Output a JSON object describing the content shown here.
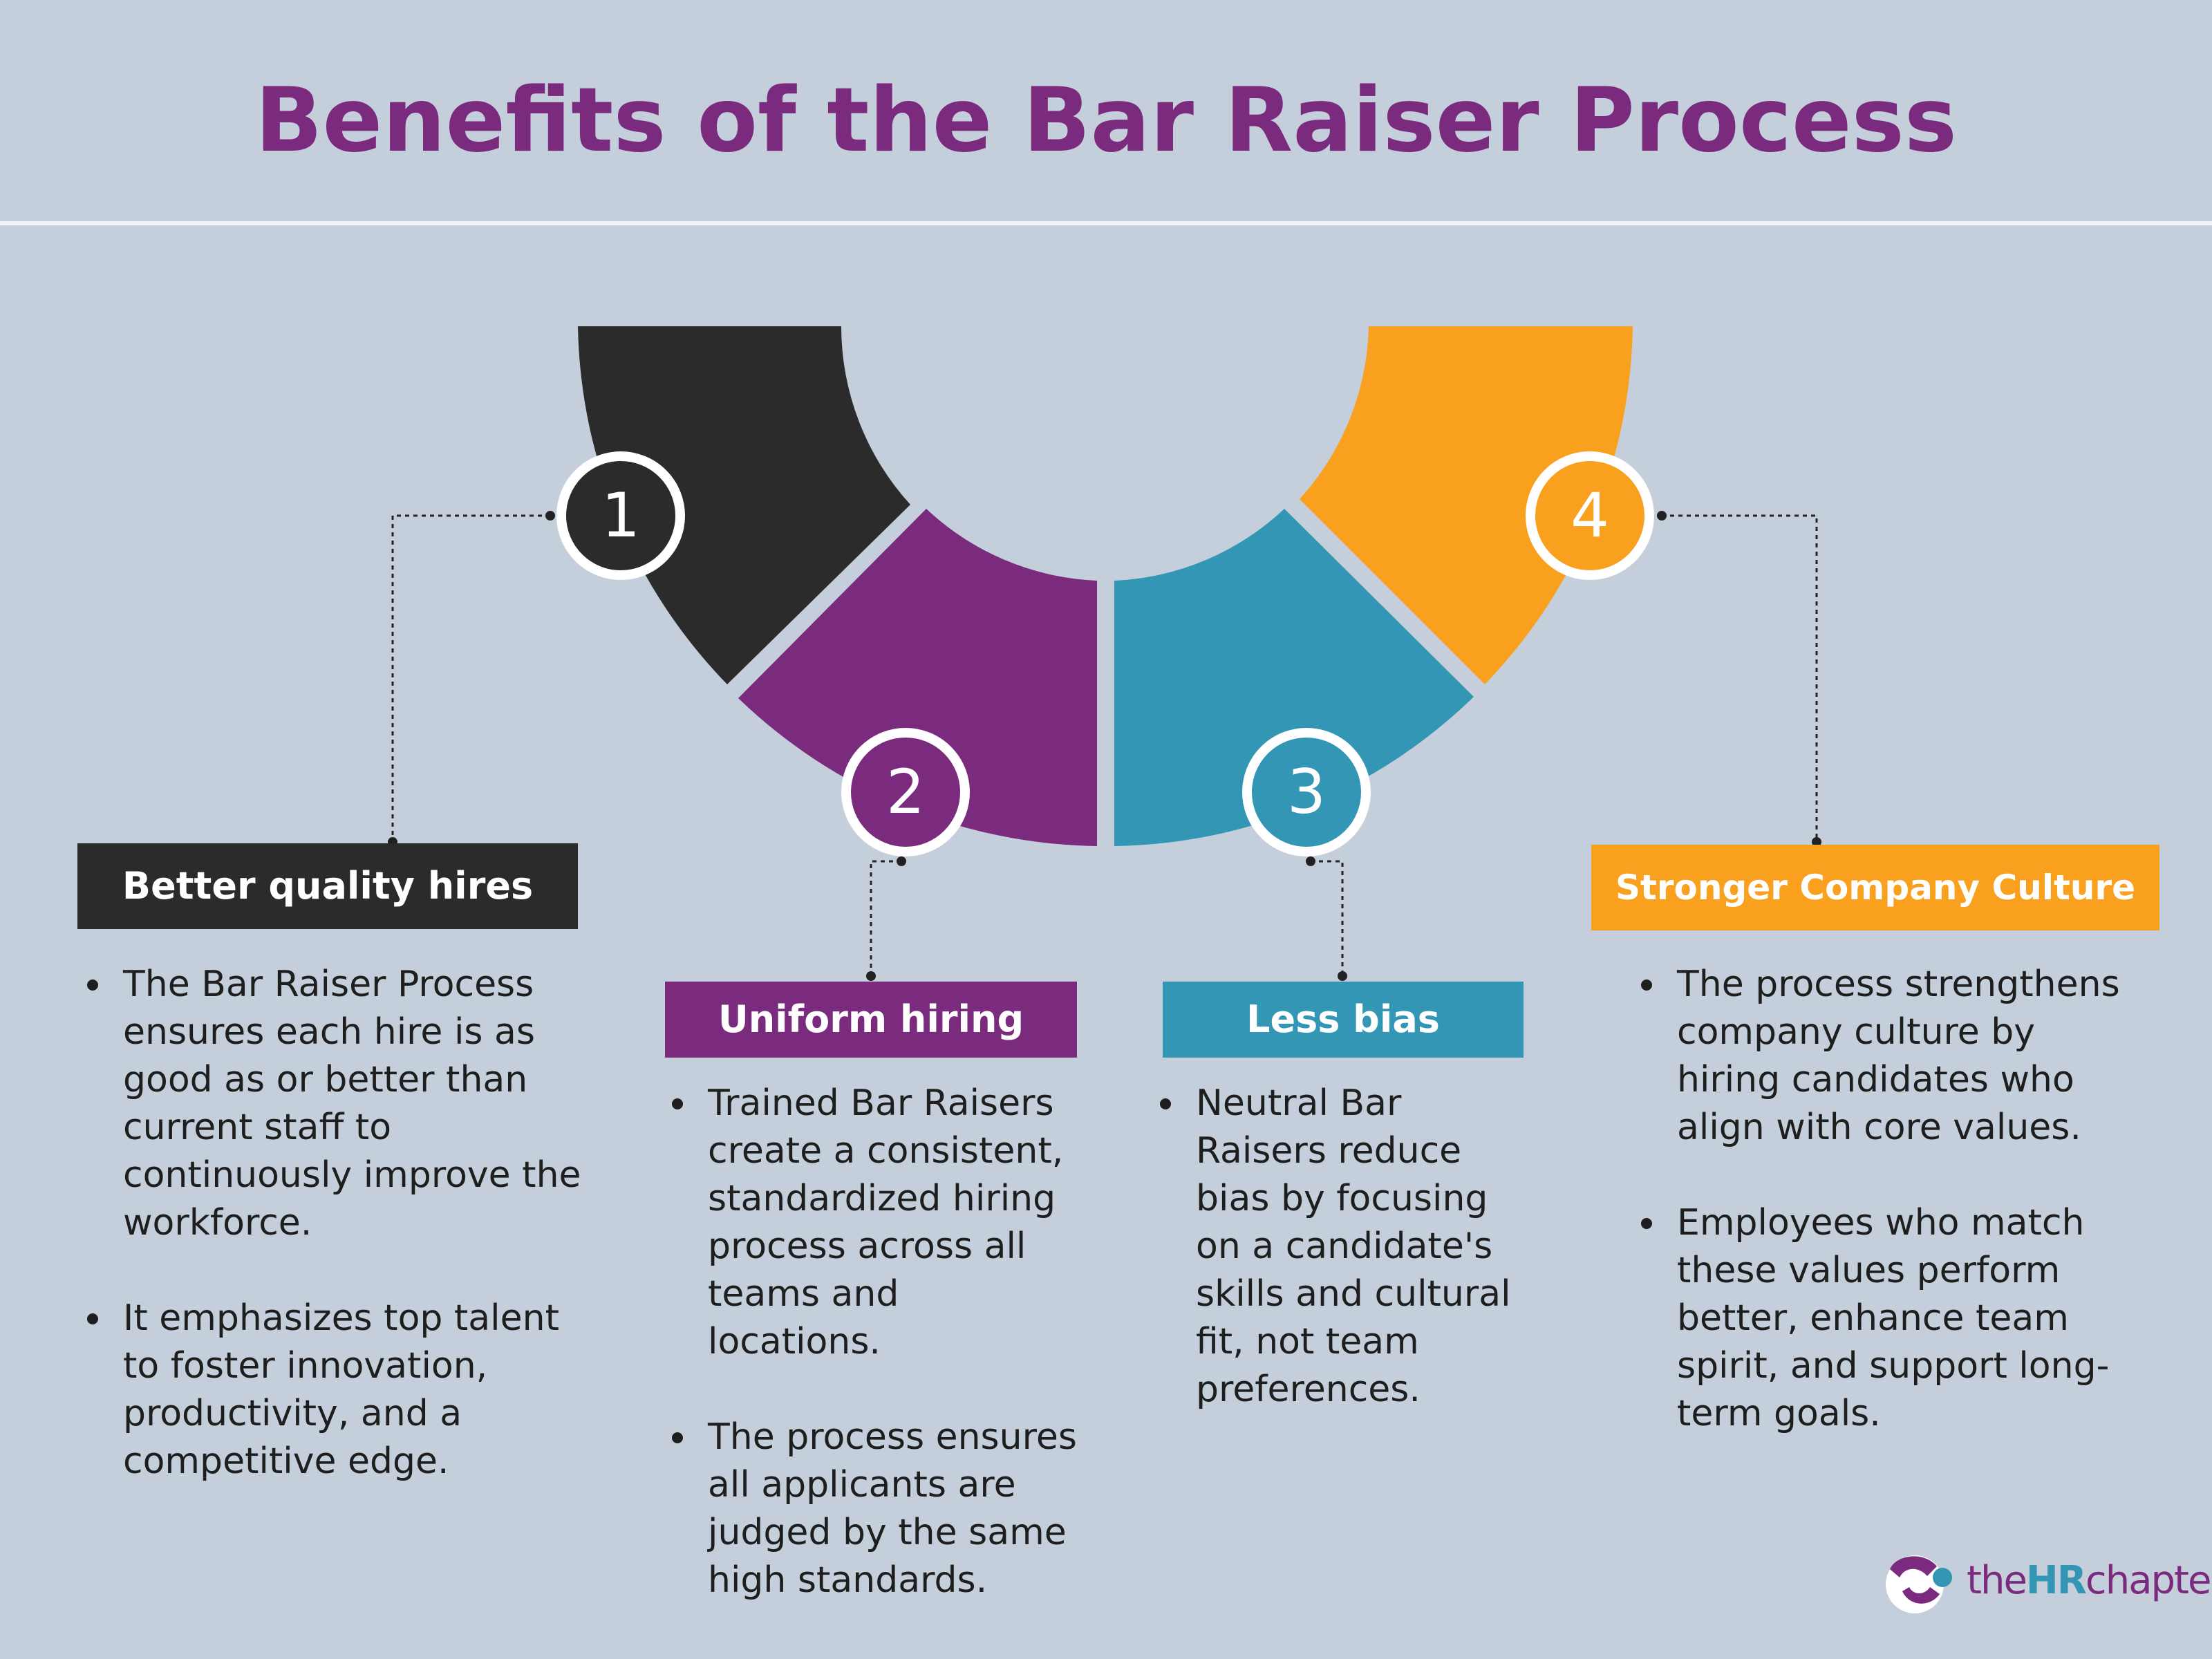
{
  "title": "Benefits of the Bar Raiser Process",
  "colors": {
    "background": "#c5cfdc",
    "title": "#7a2b7e",
    "step1": "#2b2b2b",
    "step2": "#7a2b7e",
    "step3": "#3296b4",
    "step4": "#f9a01f",
    "circle_ring": "#ffffff"
  },
  "steps": [
    {
      "number": "1",
      "label": "Better quality hires",
      "bullets": [
        "The Bar Raiser Process ensures each hire is as good as or better than current staff to continuously improve the workforce.",
        "It emphasizes top talent to foster innovation, productivity, and a competitive edge."
      ]
    },
    {
      "number": "2",
      "label": "Uniform hiring",
      "bullets": [
        "Trained Bar Raisers create a consistent, standardized hiring process across all teams and locations.",
        "The process ensures all applicants are judged by the same high standards."
      ]
    },
    {
      "number": "3",
      "label": "Less bias",
      "bullets": [
        "Neutral Bar Raisers reduce bias by focusing on a candidate's skills and cultural fit, not team preferences."
      ]
    },
    {
      "number": "4",
      "label": "Stronger Company Culture",
      "bullets": [
        "The process strengthens company culture by hiring candidates who align with core values.",
        "Employees who match these values perform better, enhance team spirit, and support long-term goals."
      ]
    }
  ],
  "logo": {
    "prefix": "the",
    "highlight": "HR",
    "suffix": "chapter",
    "icon": "hr-chapter-logo-icon"
  }
}
